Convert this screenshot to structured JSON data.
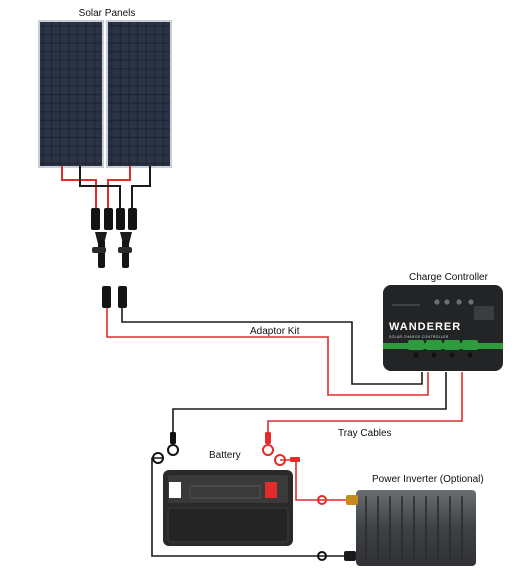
{
  "labels": {
    "solar_panels": "Solar Panels",
    "charge_controller": "Charge Controller",
    "adaptor_kit": "Adaptor Kit",
    "tray_cables": "Tray Cables",
    "battery": "Battery",
    "power_inverter": "Power Inverter (Optional)"
  },
  "controller": {
    "brand": "WANDERER",
    "subtitle": "SOLAR CHARGE CONTROLLER"
  },
  "colors": {
    "positive_wire": "#e32b2b",
    "negative_wire": "#1a1a1a",
    "panel_cell": "#1f2633",
    "panel_frame": "#c9ced6",
    "controller_body": "#222426",
    "controller_accent": "#2e9b3f",
    "battery_body": "#2a2a2a",
    "inverter_body": "#4a4c4f"
  }
}
